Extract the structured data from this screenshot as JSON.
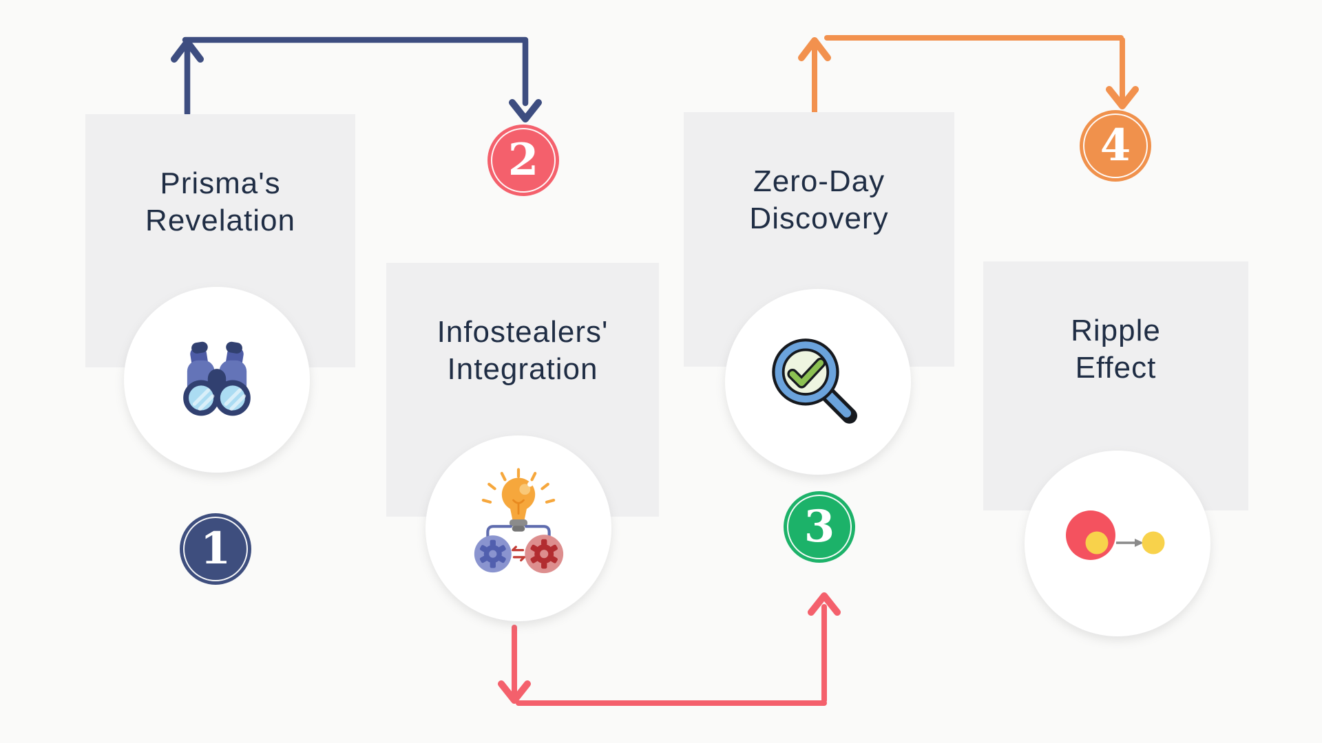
{
  "page": {
    "background": "#fafaf9",
    "panel_fill": "#efeff0",
    "title_color": "#1f2d44"
  },
  "steps": [
    {
      "number": "1",
      "title_line1": "Prisma's",
      "title_line2": "Revelation",
      "badge_color": "#3e4e7e",
      "icon": "binoculars-icon"
    },
    {
      "number": "2",
      "title_line1": "Infostealers'",
      "title_line2": "Integration",
      "badge_color": "#f4606c",
      "icon": "gears-lightbulb-icon"
    },
    {
      "number": "3",
      "title_line1": "Zero-Day",
      "title_line2": "Discovery",
      "badge_color": "#1cb269",
      "icon": "magnifier-check-icon"
    },
    {
      "number": "4",
      "title_line1": "Ripple",
      "title_line2": "Effect",
      "badge_color": "#f0914c",
      "icon": "ripple-circles-icon"
    }
  ],
  "connectors": [
    {
      "from": "1",
      "to": "2",
      "color": "#3d4d80"
    },
    {
      "from": "2",
      "to": "3",
      "color": "#f4606c"
    },
    {
      "from": "3",
      "to": "4",
      "color": "#f2914e"
    }
  ]
}
